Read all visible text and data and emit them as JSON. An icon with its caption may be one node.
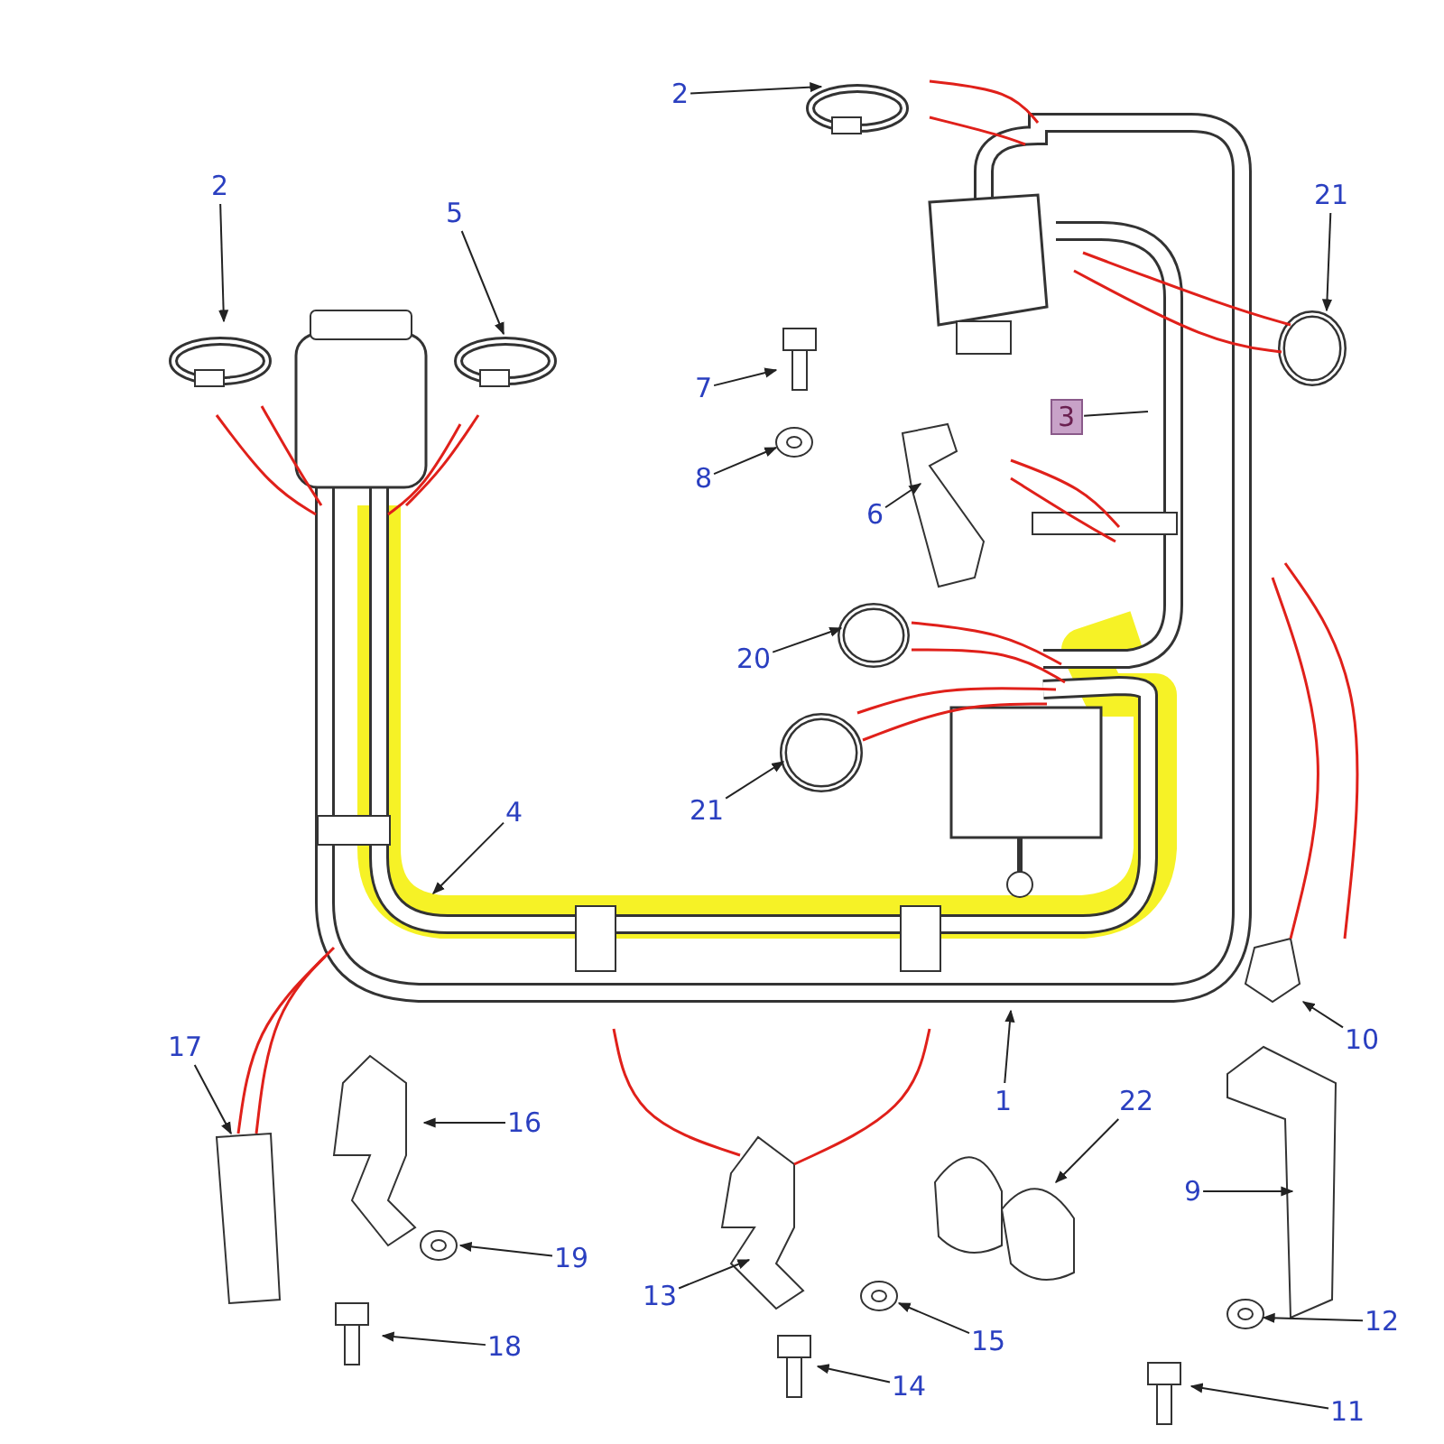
{
  "diagram": {
    "nodes": [
      {
        "text": [
          "2"
        ]
      },
      {
        "text": [
          "2"
        ]
      },
      {
        "text": [
          "5"
        ]
      },
      {
        "text": [
          "21"
        ]
      },
      {
        "text": [
          "7"
        ]
      },
      {
        "text": [
          "3"
        ]
      },
      {
        "text": [
          "8"
        ]
      },
      {
        "text": [
          "6"
        ]
      },
      {
        "text": [
          "20"
        ]
      },
      {
        "text": [
          "21"
        ]
      },
      {
        "text": [
          "4"
        ]
      },
      {
        "text": [
          "17"
        ]
      },
      {
        "text": [
          "16"
        ]
      },
      {
        "text": [
          "1"
        ]
      },
      {
        "text": [
          "22"
        ]
      },
      {
        "text": [
          "10"
        ]
      },
      {
        "text": [
          "9"
        ]
      },
      {
        "text": [
          "19"
        ]
      },
      {
        "text": [
          "13"
        ]
      },
      {
        "text": [
          "15"
        ]
      },
      {
        "text": [
          "18"
        ]
      },
      {
        "text": [
          "12"
        ]
      },
      {
        "text": [
          "14"
        ]
      },
      {
        "text": [
          "11"
        ]
      }
    ],
    "edges": [
      {
        "from": 0,
        "to": null,
        "arrow": "to"
      },
      {
        "from": 1,
        "to": null,
        "arrow": "to"
      },
      {
        "from": 2,
        "to": null,
        "arrow": "to"
      },
      {
        "from": 3,
        "to": null,
        "arrow": "to"
      },
      {
        "from": 4,
        "to": null,
        "arrow": "to"
      },
      {
        "from": 5,
        "to": null,
        "arrow": "none"
      },
      {
        "from": 6,
        "to": null,
        "arrow": "to"
      },
      {
        "from": 7,
        "to": null,
        "arrow": "to"
      },
      {
        "from": 8,
        "to": null,
        "arrow": "to"
      },
      {
        "from": 9,
        "to": null,
        "arrow": "to"
      },
      {
        "from": 10,
        "to": null,
        "arrow": "to"
      },
      {
        "from": 11,
        "to": null,
        "arrow": "to"
      },
      {
        "from": 12,
        "to": null,
        "arrow": "to"
      },
      {
        "from": 13,
        "to": null,
        "arrow": "to"
      },
      {
        "from": 14,
        "to": null,
        "arrow": "to"
      },
      {
        "from": 15,
        "to": null,
        "arrow": "to"
      },
      {
        "from": 16,
        "to": null,
        "arrow": "to"
      },
      {
        "from": 17,
        "to": null,
        "arrow": "to"
      },
      {
        "from": 18,
        "to": null,
        "arrow": "to"
      },
      {
        "from": 19,
        "to": null,
        "arrow": "to"
      },
      {
        "from": 20,
        "to": null,
        "arrow": "to"
      },
      {
        "from": 21,
        "to": null,
        "arrow": "to"
      },
      {
        "from": 22,
        "to": null,
        "arrow": "to"
      },
      {
        "from": 23,
        "to": null,
        "arrow": "to"
      }
    ]
  }
}
